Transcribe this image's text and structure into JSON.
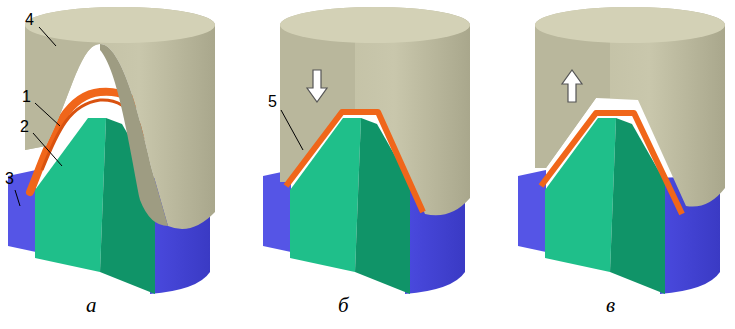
{
  "diagram": {
    "labels": [
      "4",
      "1",
      "2",
      "3",
      "5",
      "а",
      "б",
      "в"
    ]
  }
}
